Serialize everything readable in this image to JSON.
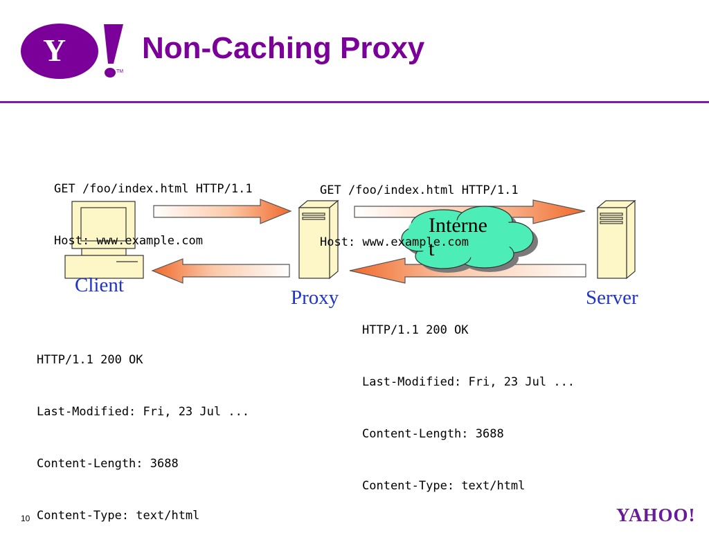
{
  "slide": {
    "title": "Non-Caching Proxy",
    "page_number": "10",
    "brand_footer": "YAHOO!"
  },
  "logo": {
    "letter": "Y",
    "exclaim": "!",
    "tm": "TM"
  },
  "colors": {
    "title": "#7b0099",
    "rule": "#7b1fa2",
    "label": "#1f34c8",
    "cloud": "#4dedb7",
    "arrow": "#f0692b"
  },
  "nodes": {
    "client": "Client",
    "proxy": "Proxy",
    "server": "Server",
    "cloud_line1": "Interne",
    "cloud_line2": "t"
  },
  "messages": {
    "client_request": [
      "GET /foo/index.html HTTP/1.1",
      "Host: www.example.com"
    ],
    "proxy_request": [
      "GET /foo/index.html HTTP/1.1",
      "Host: www.example.com"
    ],
    "server_response": [
      "HTTP/1.1 200 OK",
      "Last-Modified: Fri, 23 Jul ...",
      "Content-Length: 3688",
      "Content-Type: text/html"
    ],
    "proxy_response": [
      "HTTP/1.1 200 OK",
      "Last-Modified: Fri, 23 Jul ...",
      "Content-Length: 3688",
      "Content-Type: text/html"
    ]
  }
}
